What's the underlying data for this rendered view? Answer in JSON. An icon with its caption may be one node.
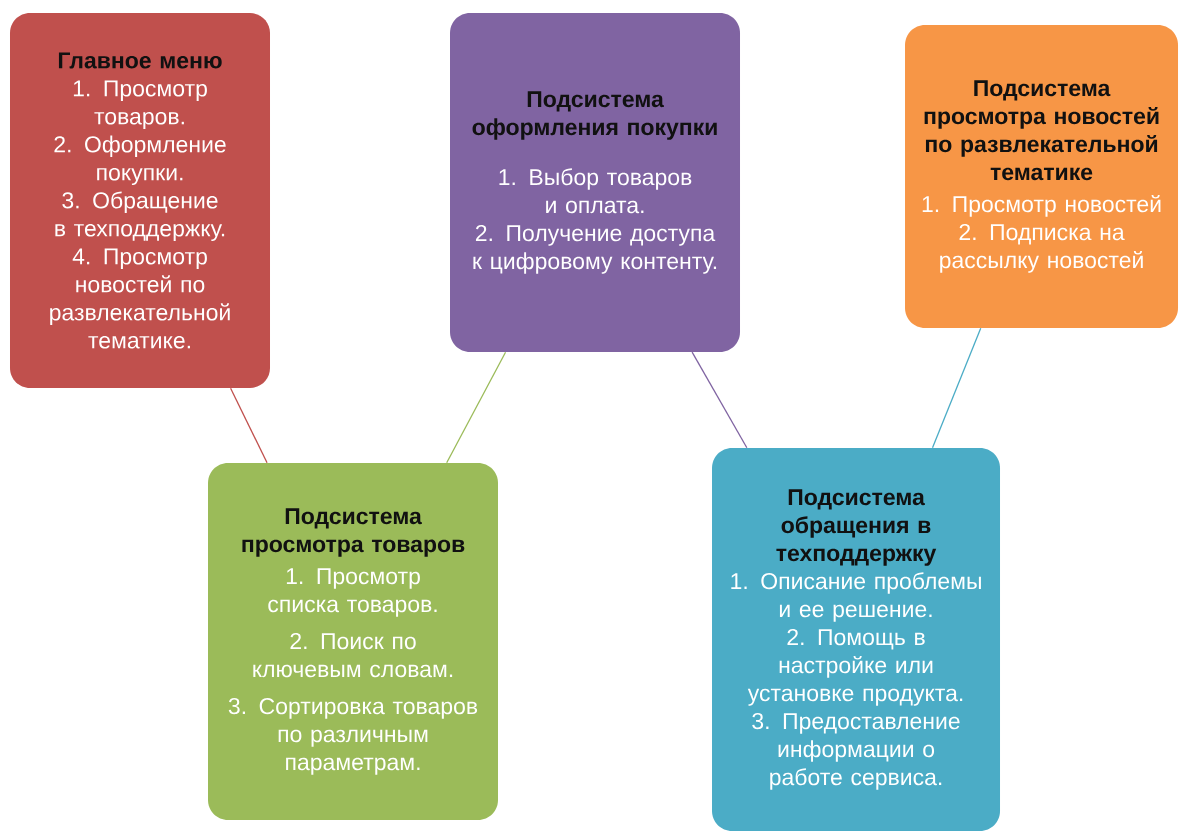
{
  "diagram": {
    "nodes": [
      {
        "text": [
          "Главное меню",
          "1. Просмотр товаров.",
          "2. Оформление покупки.",
          "3. Обращение в техподдержку.",
          "4. Просмотр новостей по развлекательной тематике."
        ]
      },
      {
        "text": [
          "Подсистема оформления покупки",
          "1. Выбор товаров и оплата.",
          "2. Получение доступа к цифровому контенту."
        ]
      },
      {
        "text": [
          "Подсистема просмотра новостей по развлекательной тематике",
          "1. Просмотр новостей",
          "2. Подписка на рассылку новостей"
        ]
      },
      {
        "text": [
          "Подсистема просмотра товаров",
          "1. Просмотр списка товаров.",
          "2. Поиск по ключевым словам.",
          "3. Сортировка товаров по различным параметрам."
        ]
      },
      {
        "text": [
          "Подсистема обращения в техподдержку",
          "1. Описание проблемы и ее решение.",
          "2. Помощь в настройке или установке продукта.",
          "3. Предоставление информации о работе сервиса."
        ]
      }
    ],
    "edges": [
      {
        "from": 0,
        "to": 3,
        "arrow": "none",
        "color": "#c0504d"
      },
      {
        "from": 1,
        "to": 3,
        "arrow": "none",
        "color": "#9bbb59"
      },
      {
        "from": 1,
        "to": 4,
        "arrow": "none",
        "color": "#8064a2"
      },
      {
        "from": 2,
        "to": 4,
        "arrow": "none",
        "color": "#4bacc6"
      }
    ]
  }
}
